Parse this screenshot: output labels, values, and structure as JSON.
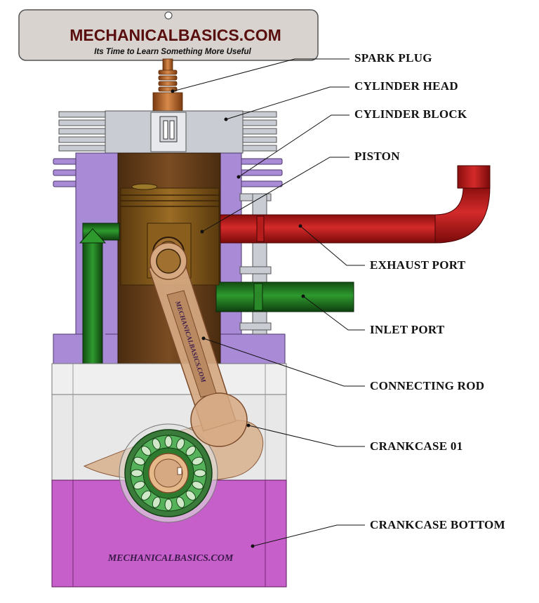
{
  "brand": {
    "title": "MECHANICALBASICS.COM",
    "tagline": "Its Time to Learn Something More Useful"
  },
  "watermarks": {
    "rod": "MECHANICALBASICS.COM",
    "crankcase": "MECHANICALBASICS.COM"
  },
  "callouts": [
    {
      "id": "spark-plug",
      "label": "SPARK PLUG"
    },
    {
      "id": "cylinder-head",
      "label": "CYLINDER HEAD"
    },
    {
      "id": "cylinder-block",
      "label": "CYLINDER BLOCK"
    },
    {
      "id": "piston",
      "label": "PISTON"
    },
    {
      "id": "exhaust-port",
      "label": "EXHAUST PORT"
    },
    {
      "id": "inlet-port",
      "label": "INLET PORT"
    },
    {
      "id": "connecting-rod",
      "label": "CONNECTING ROD"
    },
    {
      "id": "crankcase-01",
      "label": "CRANKCASE 01"
    },
    {
      "id": "crankcase-bottom",
      "label": "CRANKCASE BOTTOM"
    }
  ],
  "colors": {
    "cylinder_block": "#a98ad6",
    "cylinder_head": "#c9ccd3",
    "piston": "#7d5418",
    "exhaust_pipe": "#c62020",
    "inlet_pipe": "#1f7a1f",
    "connecting_rod": "#d6a982",
    "crankcase_top": "#e2e2e2",
    "crankcase_bottom": "#c65fc9",
    "bearing": "#55b25a",
    "sign": "#d8d3cf"
  }
}
